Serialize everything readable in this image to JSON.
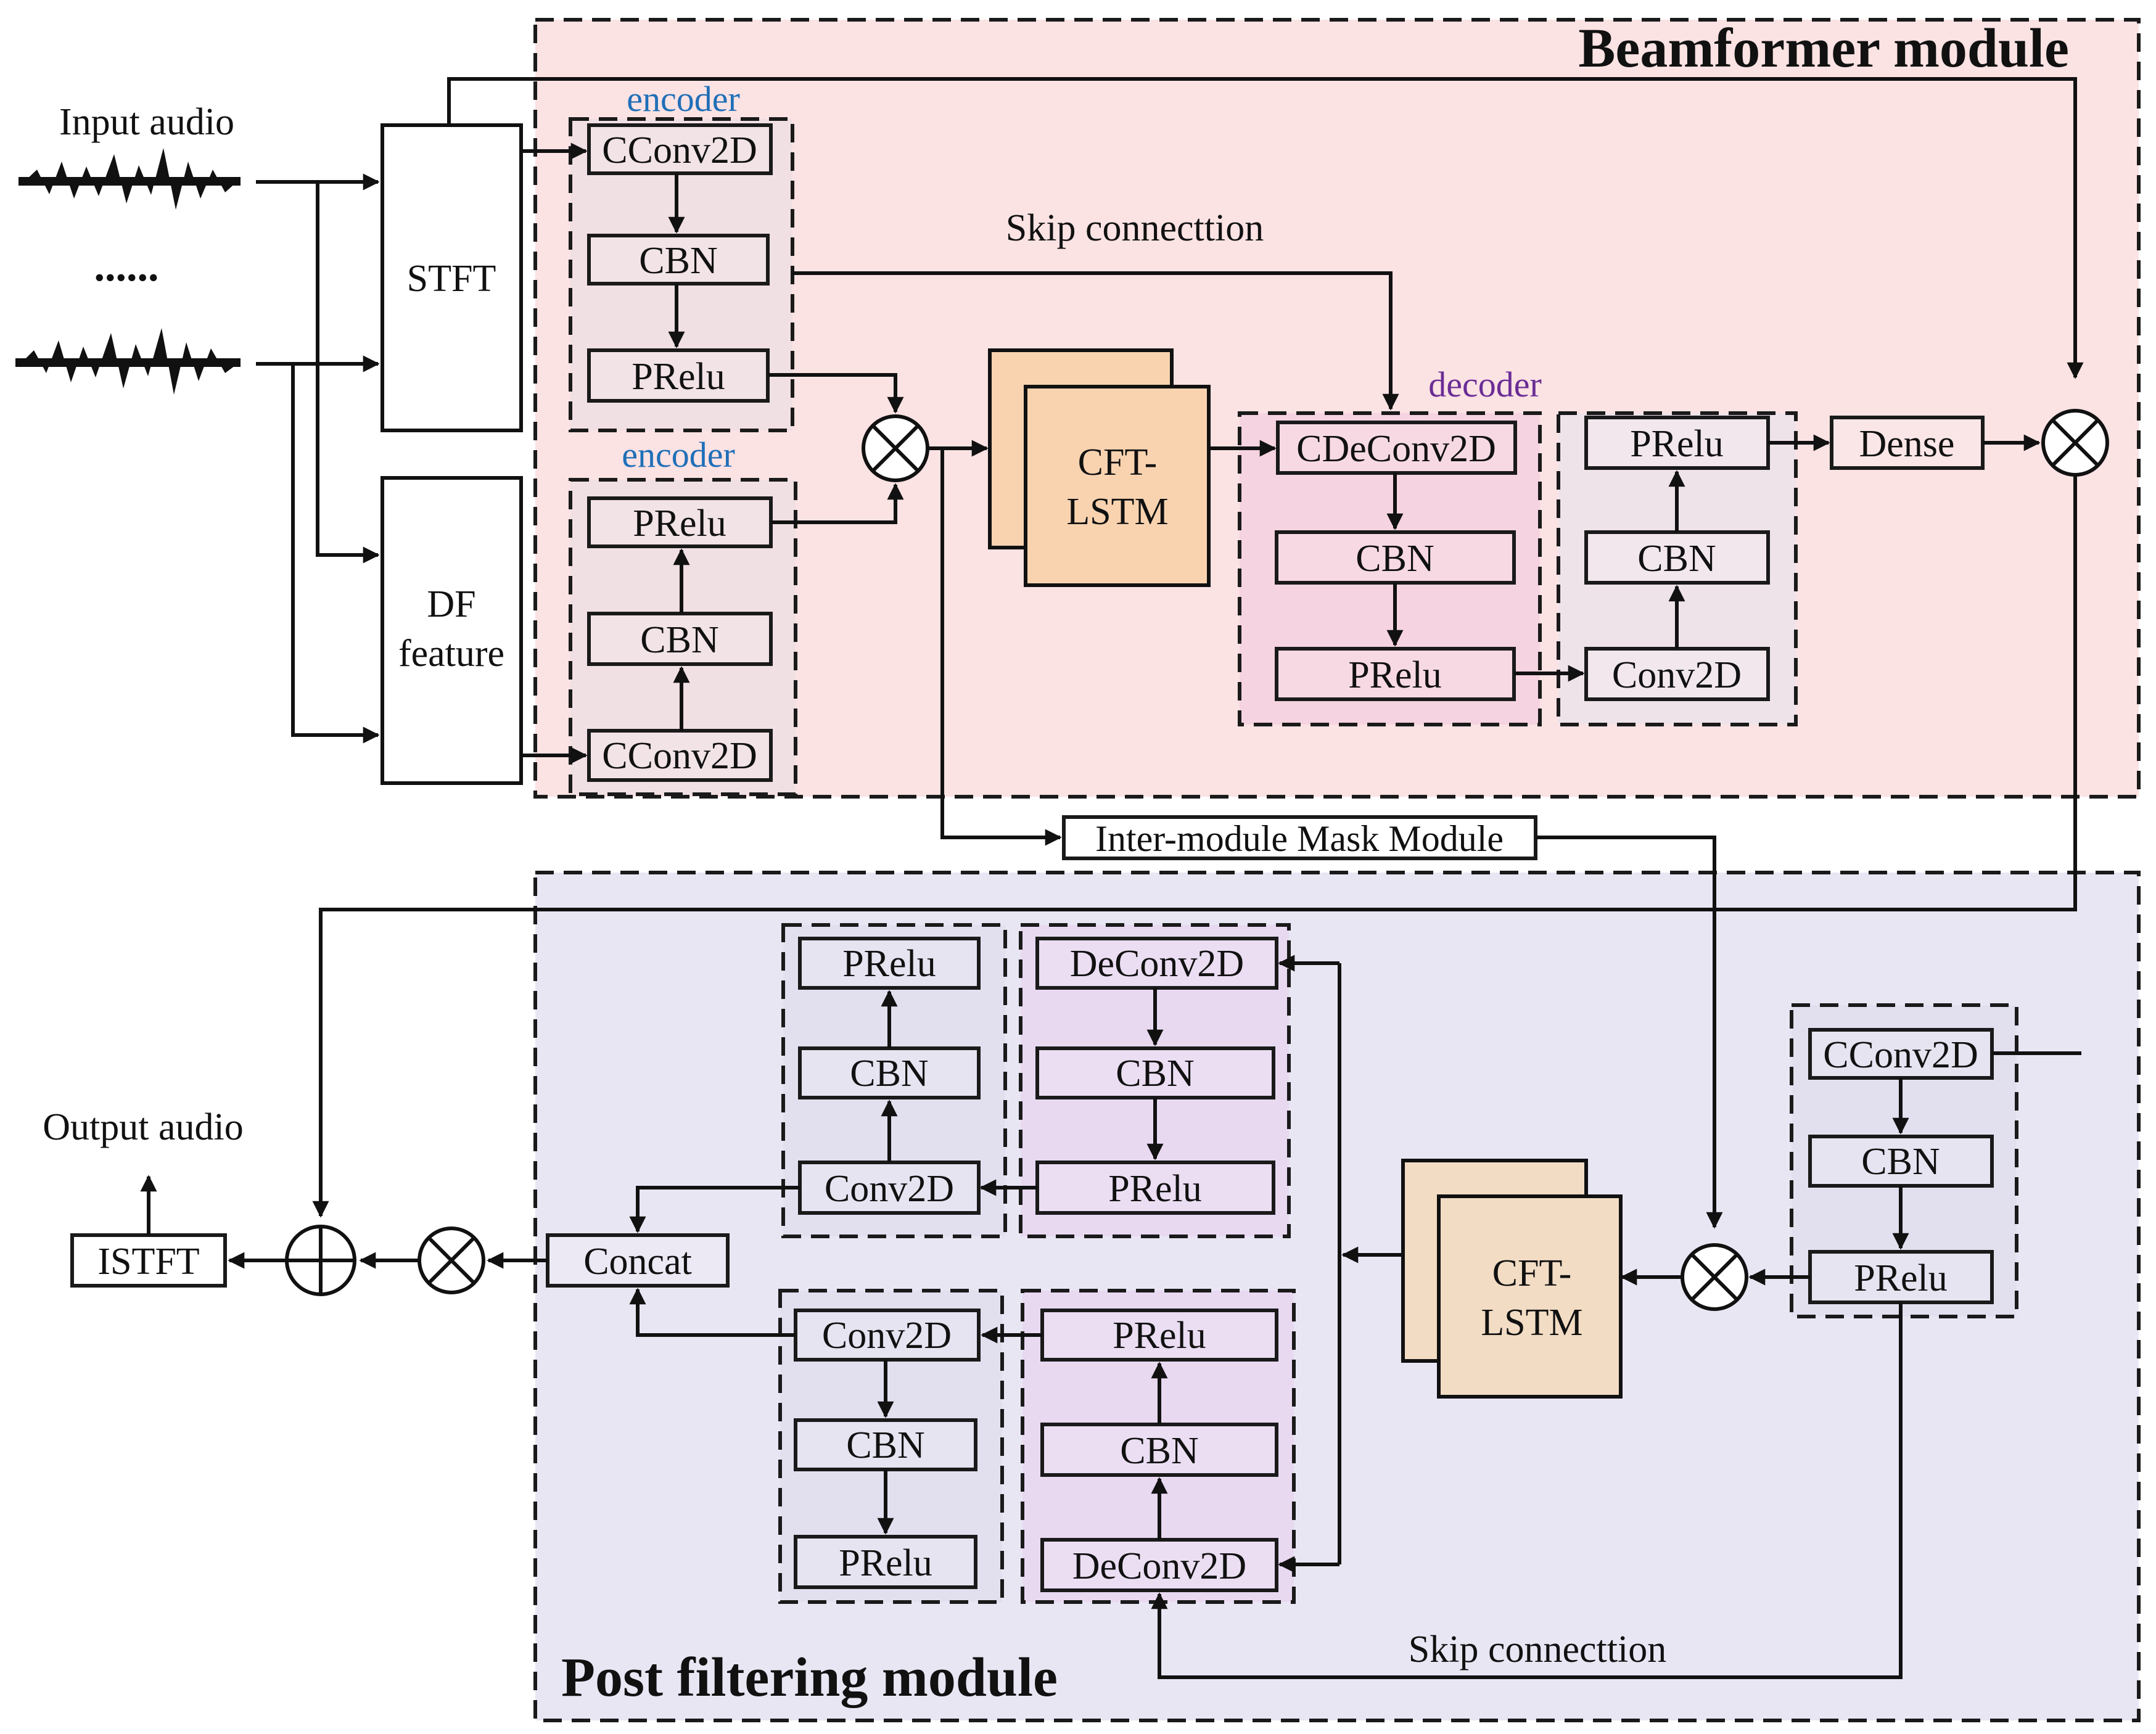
{
  "beamformer": {
    "title": "Beamformer module",
    "encoder_top_label": "encoder",
    "encoder_bottom_label": "encoder",
    "decoder_label": "decoder",
    "skip_label": "Skip connecttion",
    "enc_top": [
      "CConv2D",
      "CBN",
      "PRelu"
    ],
    "enc_bottom": [
      "PRelu",
      "CBN",
      "CConv2D"
    ],
    "decoder": [
      "CDeConv2D",
      "CBN",
      "PRelu"
    ],
    "mask_branch": [
      "PRelu",
      "CBN",
      "Conv2D"
    ],
    "dense": "Dense",
    "lstm": {
      "line1": "CFT-",
      "line2": "LSTM"
    }
  },
  "inputs": {
    "input_label": "Input audio",
    "dots": "......",
    "stft": "STFT",
    "df_line1": "DF",
    "df_line2": "feature"
  },
  "bridge": {
    "imm": "Inter-module Mask Module"
  },
  "post": {
    "title": "Post filtering module",
    "skip_label": "Skip connecttion",
    "encoder": [
      "CConv2D",
      "CBN",
      "PRelu"
    ],
    "lstm": {
      "line1": "CFT-",
      "line2": "LSTM"
    },
    "dec_top": [
      "DeConv2D",
      "CBN",
      "PRelu"
    ],
    "out_top": [
      "PRelu",
      "CBN",
      "Conv2D"
    ],
    "dec_bottom": [
      "PRelu",
      "CBN",
      "DeConv2D"
    ],
    "out_bottom": [
      "Conv2D",
      "CBN",
      "PRelu"
    ],
    "concat": "Concat"
  },
  "output": {
    "label": "Output audio",
    "istft": "ISTFT"
  },
  "colors": {
    "beamformer_bg": "#fbe2e3",
    "post_bg": "#e9e6f4",
    "encoder_group": "#f0dfe3",
    "decoder_group": "#f6d3e0",
    "mask_group": "#efe3ea",
    "post_group": "#e2e0ef",
    "post_dec_group": "#e8d9f1",
    "lstm_beam": "#f9d3b0",
    "lstm_post": "#f2dcc4",
    "encoder_label": "#1f6fb8",
    "decoder_label": "#6a2d96"
  }
}
